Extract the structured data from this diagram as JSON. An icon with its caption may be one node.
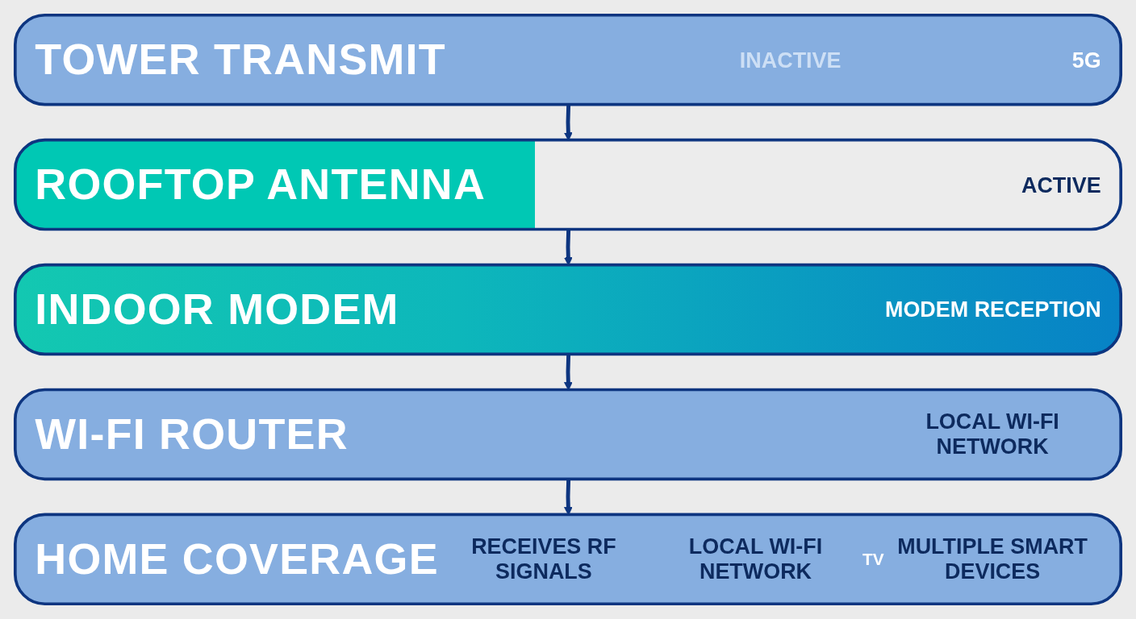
{
  "diagram": {
    "nodes": [
      {
        "text": [
          "TOWER TRANSMIT",
          "INACTIVE",
          "5G"
        ]
      },
      {
        "text": [
          "ROOFTOP ANTENNA",
          "ACTIVE"
        ]
      },
      {
        "text": [
          "INDOOR MODEM",
          "MODEM RECEPTION"
        ]
      },
      {
        "text": [
          "WI-FI ROUTER",
          "LOCAL WI-FI NETWORK"
        ]
      },
      {
        "text": [
          "HOME COVERAGE",
          "RECEIVES RF SIGNALS",
          "LOCAL WI-FI NETWORK",
          "TV",
          "MULTIPLE SMART DEVICES"
        ]
      }
    ],
    "edges": [
      {
        "from": 0,
        "to": 1,
        "arrow": "to"
      },
      {
        "from": 1,
        "to": 2,
        "arrow": "to"
      },
      {
        "from": 2,
        "to": 3,
        "arrow": "to"
      },
      {
        "from": 3,
        "to": 4,
        "arrow": "to"
      }
    ]
  }
}
